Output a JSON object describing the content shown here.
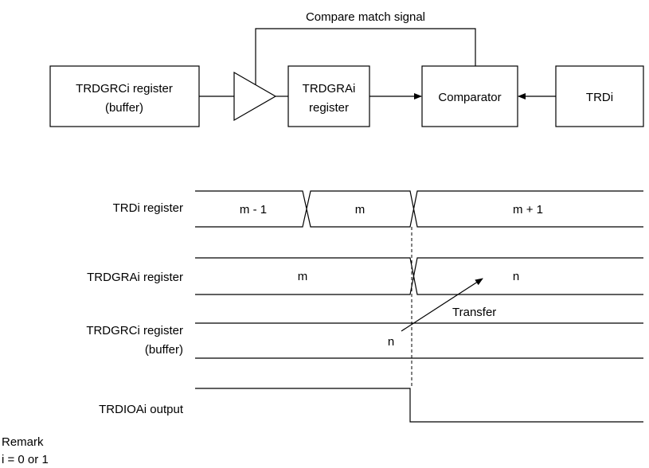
{
  "block_diagram": {
    "compare_match_signal": "Compare match signal",
    "trdgrci_box": {
      "line1": "TRDGRCi register",
      "line2": "(buffer)"
    },
    "trdgrai_box": {
      "line1": "TRDGRAi",
      "line2": "register"
    },
    "comparator_box": "Comparator",
    "trdi_box": "TRDi"
  },
  "timing": {
    "trdi_register": {
      "label": "TRDi register",
      "values": [
        "m - 1",
        "m",
        "m + 1"
      ]
    },
    "trdgrai_register": {
      "label": "TRDGRAi register",
      "values": [
        "m",
        "n"
      ]
    },
    "trdgrci_register": {
      "label_line1": "TRDGRCi register",
      "label_line2": "(buffer)",
      "value": "n"
    },
    "trdioai_output": {
      "label": "TRDIOAi output"
    },
    "transfer_label": "Transfer"
  },
  "remark": {
    "title": "Remark",
    "text": "i = 0 or 1"
  }
}
